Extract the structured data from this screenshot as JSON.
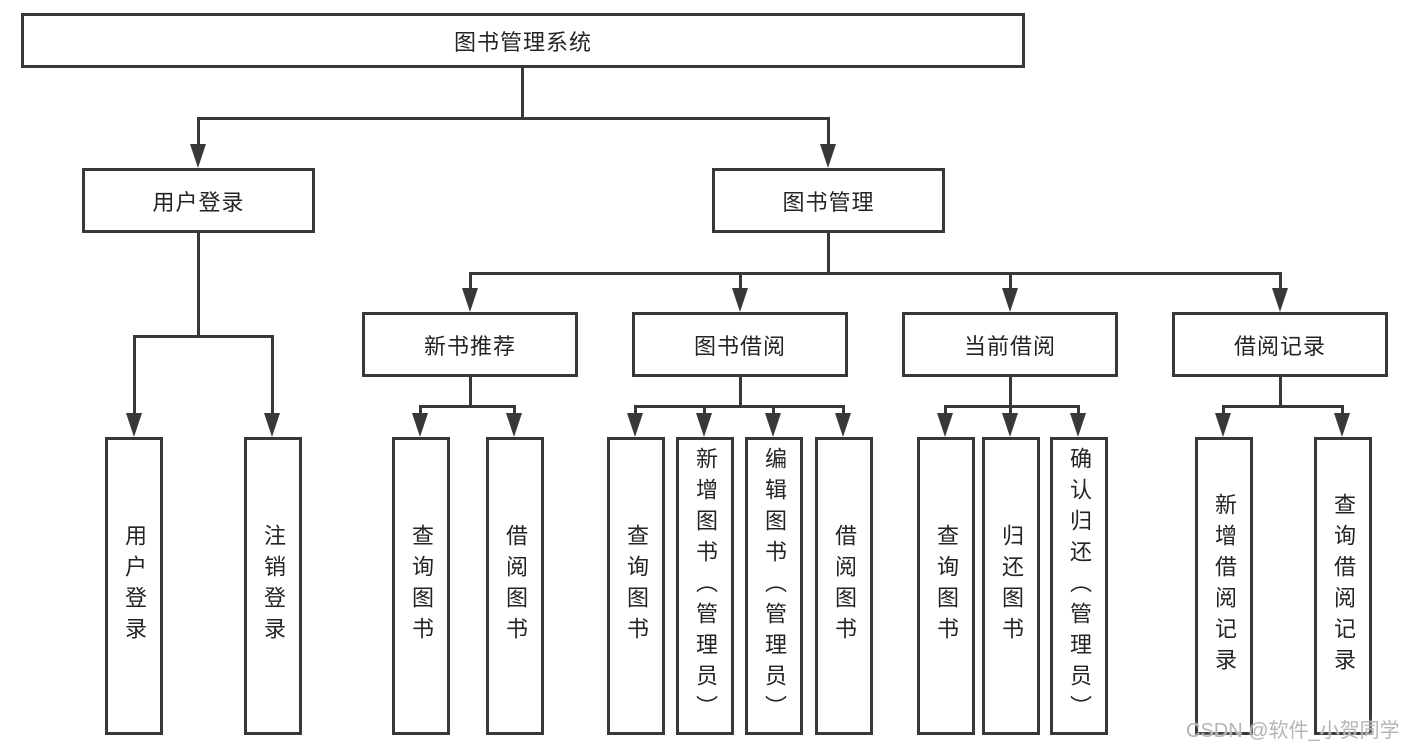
{
  "diagram": {
    "root": "图书管理系统",
    "children": [
      {
        "label": "用户登录",
        "children": [
          "用户登录",
          "注销登录"
        ]
      },
      {
        "label": "图书管理",
        "children": [
          {
            "label": "新书推荐",
            "children": [
              "查询图书",
              "借阅图书"
            ]
          },
          {
            "label": "图书借阅",
            "children": [
              "查询图书",
              "新增图书（管理员）",
              "编辑图书（管理员）",
              "借阅图书"
            ]
          },
          {
            "label": "当前借阅",
            "children": [
              "查询图书",
              "归还图书",
              "确认归还（管理员）"
            ]
          },
          {
            "label": "借阅记录",
            "children": [
              "新增借阅记录",
              "查询借阅记录"
            ]
          }
        ]
      }
    ]
  },
  "watermark": "CSDN @软件_小贺同学",
  "colors": {
    "line": "#383838",
    "text": "#242424",
    "watermark": "#b5b5b5",
    "background": "#ffffff"
  }
}
